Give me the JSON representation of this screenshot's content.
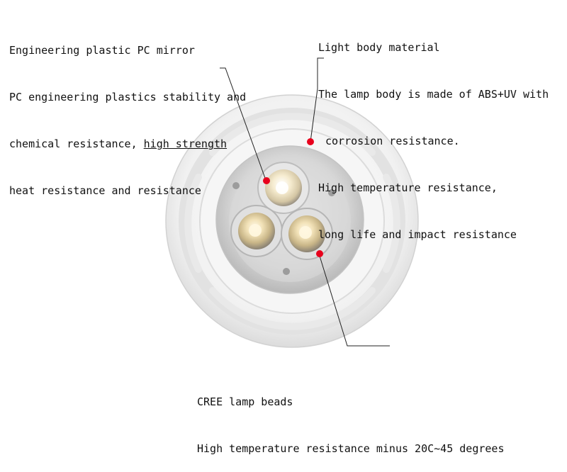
{
  "annotations": {
    "left": {
      "line1": "Engineering plastic PC mirror",
      "line2": "PC engineering plastics stability and",
      "line3a": "chemical resistance, ",
      "line3b": "high strength",
      "line4": "heat resistance and resistance"
    },
    "right": {
      "line1": "Light body material",
      "line2": "The lamp body is made of ABS+UV with",
      "line3": "corrosion resistance.",
      "line4": "High temperature resistance,",
      "line5": "long life and impact resistance"
    },
    "bottom": {
      "line1": "CREE lamp beads",
      "line2": "High temperature resistance minus 20C~45 degrees"
    }
  },
  "colors": {
    "marker": "#e8001c",
    "leader": "#222222",
    "housing": "#f2f2f2"
  }
}
